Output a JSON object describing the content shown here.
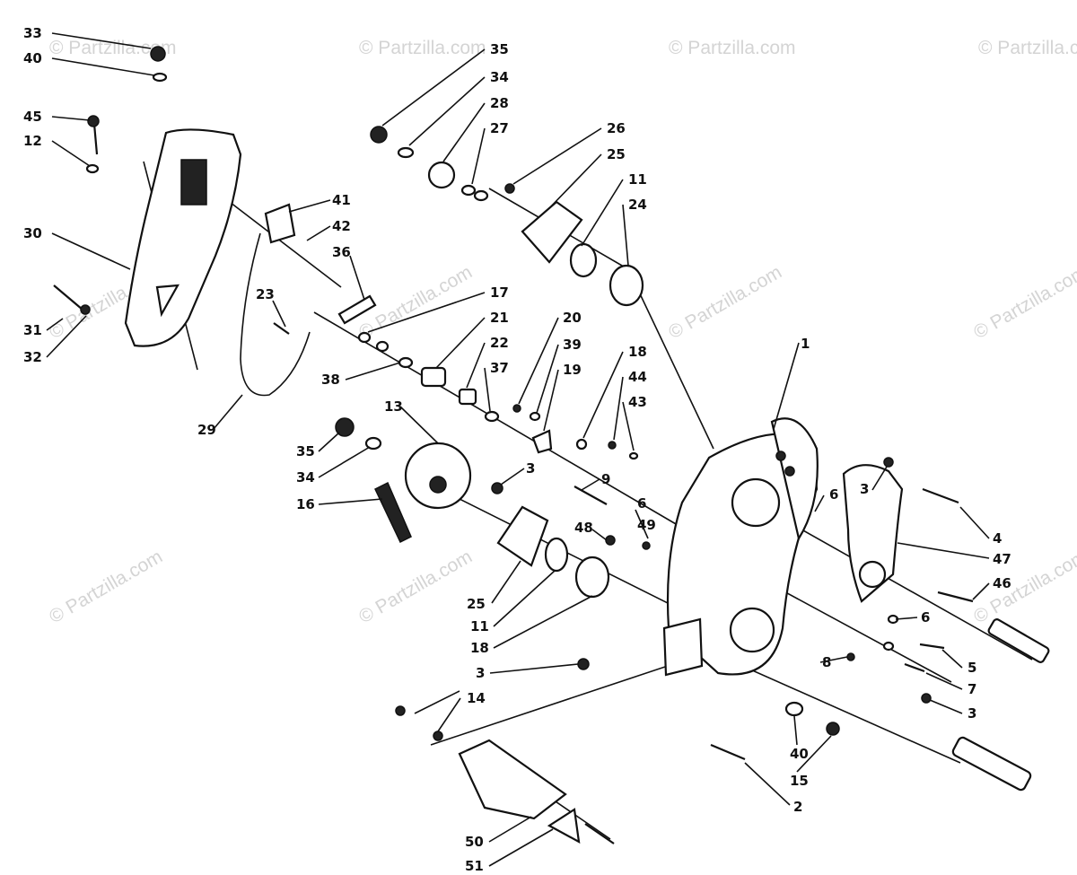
{
  "watermark": {
    "text": "© Partzilla.com"
  },
  "callouts": [
    {
      "id": "c33a",
      "text": "33"
    },
    {
      "id": "c40a",
      "text": "40"
    },
    {
      "id": "c45",
      "text": "45"
    },
    {
      "id": "c12",
      "text": "12"
    },
    {
      "id": "c30",
      "text": "30"
    },
    {
      "id": "c31",
      "text": "31"
    },
    {
      "id": "c32",
      "text": "32"
    },
    {
      "id": "c41",
      "text": "41"
    },
    {
      "id": "c42",
      "text": "42"
    },
    {
      "id": "c36",
      "text": "36"
    },
    {
      "id": "c23",
      "text": "23"
    },
    {
      "id": "c29",
      "text": "29"
    },
    {
      "id": "c35a",
      "text": "35"
    },
    {
      "id": "c34a",
      "text": "34"
    },
    {
      "id": "c28",
      "text": "28"
    },
    {
      "id": "c27",
      "text": "27"
    },
    {
      "id": "c26",
      "text": "26"
    },
    {
      "id": "c25a",
      "text": "25"
    },
    {
      "id": "c11a",
      "text": "11"
    },
    {
      "id": "c24",
      "text": "24"
    },
    {
      "id": "c17",
      "text": "17"
    },
    {
      "id": "c21",
      "text": "21"
    },
    {
      "id": "c22",
      "text": "22"
    },
    {
      "id": "c38",
      "text": "38"
    },
    {
      "id": "c20",
      "text": "20"
    },
    {
      "id": "c39",
      "text": "39"
    },
    {
      "id": "c19",
      "text": "19"
    },
    {
      "id": "c37",
      "text": "37"
    },
    {
      "id": "c18a",
      "text": "18"
    },
    {
      "id": "c44",
      "text": "44"
    },
    {
      "id": "c43",
      "text": "43"
    },
    {
      "id": "c1",
      "text": "1"
    },
    {
      "id": "c13",
      "text": "13"
    },
    {
      "id": "c35b",
      "text": "35"
    },
    {
      "id": "c34b",
      "text": "34"
    },
    {
      "id": "c16",
      "text": "16"
    },
    {
      "id": "c3a",
      "text": "3"
    },
    {
      "id": "c9",
      "text": "9"
    },
    {
      "id": "c6a",
      "text": "6"
    },
    {
      "id": "c49",
      "text": "49"
    },
    {
      "id": "c48",
      "text": "48"
    },
    {
      "id": "c25b",
      "text": "25"
    },
    {
      "id": "c11b",
      "text": "11"
    },
    {
      "id": "c18b",
      "text": "18"
    },
    {
      "id": "c3b",
      "text": "3"
    },
    {
      "id": "c14",
      "text": "14"
    },
    {
      "id": "c50",
      "text": "50"
    },
    {
      "id": "c51",
      "text": "51"
    },
    {
      "id": "c6b",
      "text": "6"
    },
    {
      "id": "c3c",
      "text": "3"
    },
    {
      "id": "c4",
      "text": "4"
    },
    {
      "id": "c47",
      "text": "47"
    },
    {
      "id": "c46",
      "text": "46"
    },
    {
      "id": "c6c",
      "text": "6"
    },
    {
      "id": "c5",
      "text": "5"
    },
    {
      "id": "c8",
      "text": "8"
    },
    {
      "id": "c7",
      "text": "7"
    },
    {
      "id": "c3d",
      "text": "3"
    },
    {
      "id": "c40b",
      "text": "40"
    },
    {
      "id": "c15",
      "text": "15"
    },
    {
      "id": "c2",
      "text": "2"
    }
  ]
}
